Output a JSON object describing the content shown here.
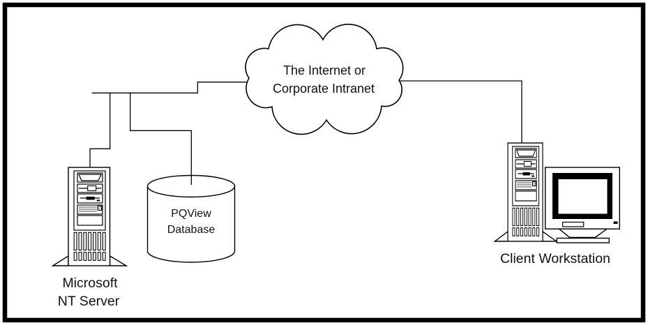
{
  "cloud": {
    "label_line1": "The Internet or",
    "label_line2": "Corporate Intranet"
  },
  "server": {
    "label_line1": "Microsoft",
    "label_line2": "NT Server"
  },
  "database": {
    "label_line1": "PQView",
    "label_line2": "Database"
  },
  "client": {
    "label": "Client Workstation"
  },
  "colors": {
    "line": "#000000",
    "background": "#ffffff",
    "text": "#111111",
    "grille": "#a6a6a6"
  }
}
